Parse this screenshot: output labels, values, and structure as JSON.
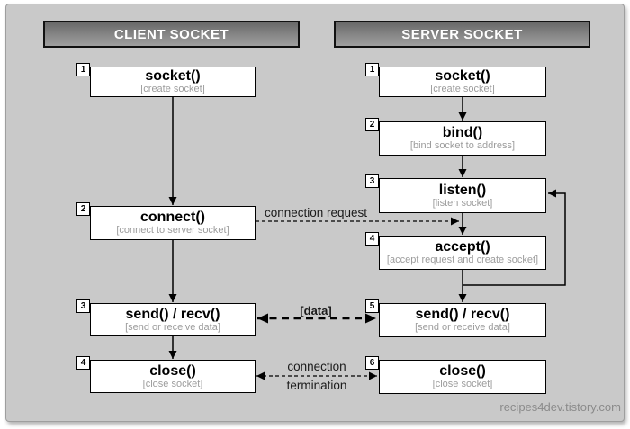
{
  "headers": {
    "client": "CLIENT SOCKET",
    "server": "SERVER SOCKET"
  },
  "client_steps": [
    {
      "num": "1",
      "title": "socket()",
      "subtitle": "[create socket]"
    },
    {
      "num": "2",
      "title": "connect()",
      "subtitle": "[connect to server socket]"
    },
    {
      "num": "3",
      "title": "send() / recv()",
      "subtitle": "[send or receive data]"
    },
    {
      "num": "4",
      "title": "close()",
      "subtitle": "[close socket]"
    }
  ],
  "server_steps": [
    {
      "num": "1",
      "title": "socket()",
      "subtitle": "[create socket]"
    },
    {
      "num": "2",
      "title": "bind()",
      "subtitle": "[bind socket to address]"
    },
    {
      "num": "3",
      "title": "listen()",
      "subtitle": "[listen socket]"
    },
    {
      "num": "4",
      "title": "accept()",
      "subtitle": "[accept request and create socket]"
    },
    {
      "num": "5",
      "title": "send() / recv()",
      "subtitle": "[send or receive data]"
    },
    {
      "num": "6",
      "title": "close()",
      "subtitle": "[close socket]"
    }
  ],
  "arrow_labels": {
    "connection_request": "connection request",
    "data": "[data]",
    "termination_line1": "connection",
    "termination_line2": "termination"
  },
  "watermark": "recipes4dev.tistory.com",
  "colors": {
    "panel_bg": "#c9c9c9",
    "header_gradient_top": "#696969",
    "header_gradient_bottom": "#a0a0a0",
    "box_border": "#000000",
    "subtitle_text": "#9c9c9c",
    "watermark_text": "#8b8b8b"
  }
}
